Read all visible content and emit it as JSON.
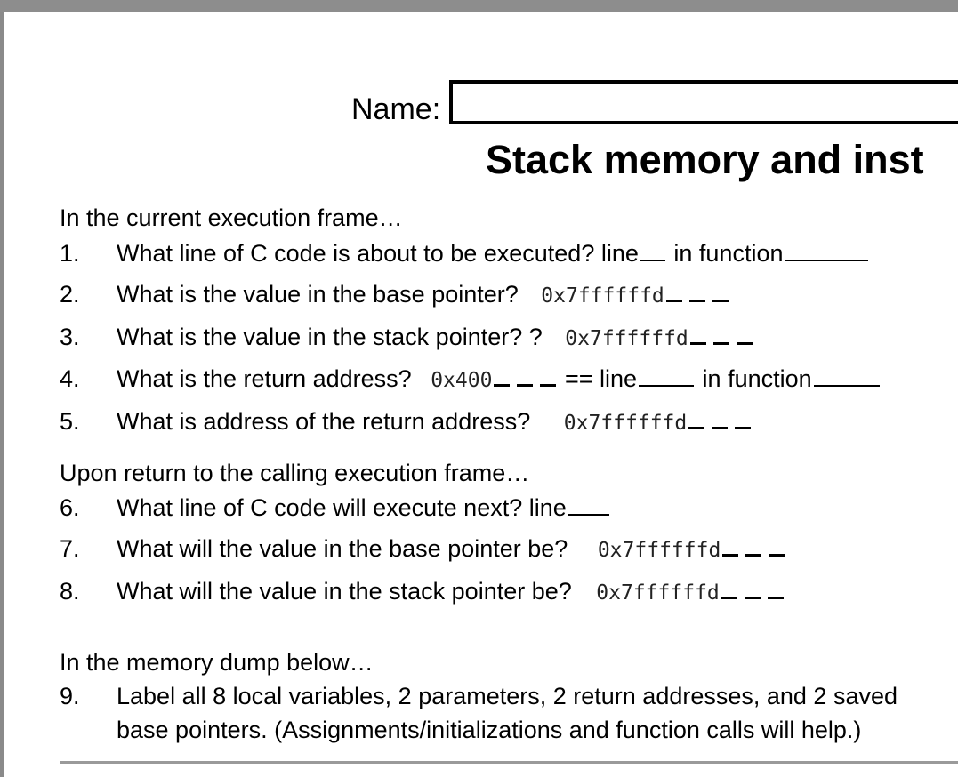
{
  "header": {
    "name_label": "Name:",
    "title": "Stack memory and inst"
  },
  "sections": {
    "current": "In the current execution frame…",
    "upon_return": "Upon return to the calling execution frame…",
    "memory_dump": "In the memory dump below…"
  },
  "questions": [
    {
      "n": "1.",
      "a": "What line of C code is about to be executed?  line",
      "b": "in function"
    },
    {
      "n": "2.",
      "a": "What is the value in the base pointer?",
      "hex": "0x7ffffffd"
    },
    {
      "n": "3.",
      "a": "What is the value in the stack pointer? ?",
      "hex": "0x7ffffffd"
    },
    {
      "n": "4.",
      "a": "What is the return address?",
      "hex": "0x400",
      "b": "== line",
      "c": "in function"
    },
    {
      "n": "5.",
      "a": "What is address of the return address?",
      "hex": "0x7ffffffd"
    },
    {
      "n": "6.",
      "a": "What line of C code will execute next?   line"
    },
    {
      "n": "7.",
      "a": "What will the value in the base pointer be?",
      "hex": "0x7ffffffd"
    },
    {
      "n": "8.",
      "a": "What will the value in the stack pointer be?",
      "hex": "0x7ffffffd"
    },
    {
      "n": "9.",
      "a": "Label all 8 local variables, 2 parameters, 2 return addresses, and 2 saved",
      "b": "base pointers.  (Assignments/initializations and function calls will help.)"
    }
  ]
}
